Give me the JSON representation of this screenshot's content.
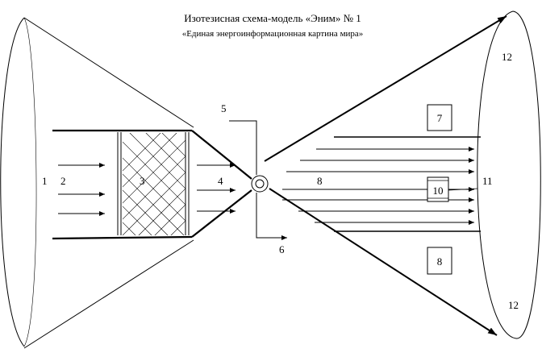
{
  "title": "Изотезисная схема-модель  «Эним» № 1",
  "subtitle": "«Единая энергоинформационная картина мира»",
  "labels": {
    "n1": "1",
    "n2": "2",
    "n3": "3",
    "n4": "4",
    "n5": "5",
    "n6": "6",
    "n7": "7",
    "n8_center": "8",
    "n8_box": "8",
    "n10": "10",
    "n11": "11",
    "n12_top": "12",
    "n12_bottom": "12"
  }
}
